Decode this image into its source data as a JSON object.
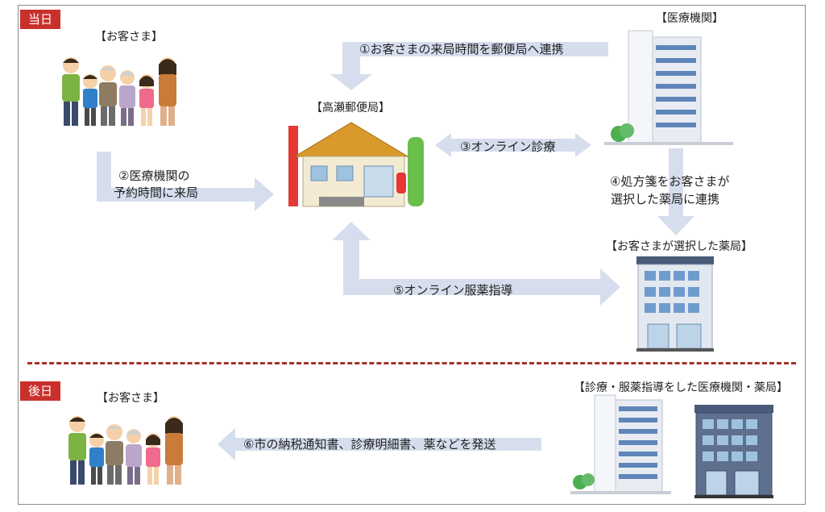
{
  "sections": {
    "today_badge": "当日",
    "later_badge": "後日"
  },
  "labels": {
    "customers_top": "【お客さま】",
    "medical_institution": "【医療機関】",
    "post_office": "【高瀬郵便局】",
    "chosen_pharmacy": "【お客さまが選択した薬局】",
    "customers_bottom": "【お客さま】",
    "med_and_pharmacy": "【診療・服薬指導をした医療機関・薬局】"
  },
  "steps": {
    "step1": "①お客さまの来局時間を郵便局へ連携",
    "step2_line1": "②医療機関の",
    "step2_line2": "予約時間に来局",
    "step3": "③オンライン診療",
    "step4_line1": "④処方箋をお客さまが",
    "step4_line2": "選択した薬局に連携",
    "step5": "⑤オンライン服薬指導",
    "step6": "⑥市の納税通知書、診療明細書、薬などを発送"
  },
  "colors": {
    "badge": "#c9302c",
    "arrow": "#d6deee",
    "divider": "#a3322c"
  }
}
